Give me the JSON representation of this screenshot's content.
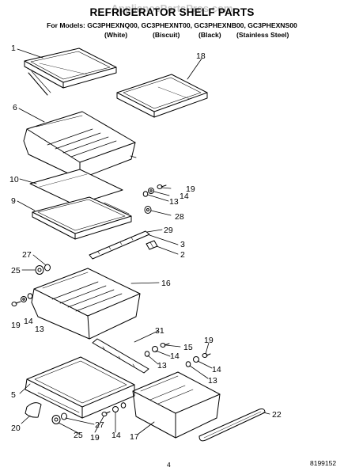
{
  "title": "REFRIGERATOR SHELF PARTS",
  "watermark": "AppliancePartsPros.com",
  "models_line": "For Models: GC3PHEXNQ00, GC3PHEXNT00, GC3PHEXNB00, GC3PHEXNS00",
  "variants": [
    "(White)",
    "(Biscuit)",
    "(Black)",
    "(Stainless Steel)"
  ],
  "callouts": {
    "c1": "1",
    "c18": "18",
    "c6": "6",
    "c10": "10",
    "c9": "9",
    "c19a": "19",
    "c14a": "14",
    "c13a": "13",
    "c28": "28",
    "c29": "29",
    "c3": "3",
    "c2": "2",
    "c27a": "27",
    "c25a": "25",
    "c16": "16",
    "c19b": "19",
    "c14b": "14",
    "c13b": "13",
    "c31": "31",
    "c15": "15",
    "c14c": "14",
    "c13c": "13",
    "c19c": "19",
    "c14d": "14",
    "c13d": "13",
    "c5": "5",
    "c20": "20",
    "c27b": "27",
    "c25b": "25",
    "c19d": "19",
    "c14e": "14",
    "c17": "17",
    "c22": "22"
  },
  "page_number": "4",
  "document_number": "8199152"
}
